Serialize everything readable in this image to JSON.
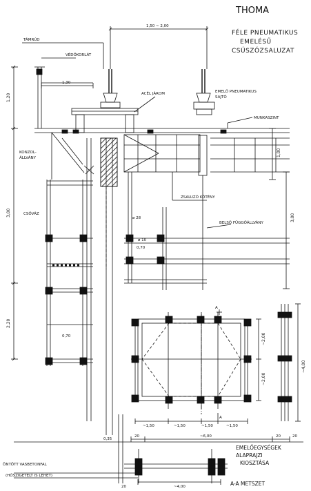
{
  "title": "THOMA",
  "subtitle": [
    "FÉLE PNEUMATIKUS",
    "EMELÉSŰ",
    "CSÚSZÓZSALUZAT"
  ],
  "labels": {
    "tamrud": "TÁMRÚD",
    "vedokorlat": "VÉDŐKORLÁT",
    "acel_jarom": "ACÉL JÁROM",
    "emelo_sajto_1": "EMELŐ PNEUMATIKUS",
    "emelo_sajto_2": "SAJTÓ",
    "munkaszint": "MUNKASZINT",
    "konzol_1": "KONZOL-",
    "konzol_2": "ÁLLVÁNY",
    "csovaz": "CSŐVÁZ",
    "zsaluzo_koteny": "ZSALUZÓ KÖTÉNY",
    "d28": "ø 28",
    "belso_fuggoallvany": "BELSŐ FÜGGŐÁLLVÁNY",
    "d10": "ø 10",
    "ontott_1": "ÖNTÖTT VASBETONFAL",
    "ontott_2": "(HŐSZIGETELT IS LEHET)",
    "section_mark_top": "A",
    "section_mark_bottom": "A",
    "plan_caption": [
      "EMELŐEGYSÉGEK",
      "ALAPRAJZI",
      "KIOSZTÁSA"
    ],
    "section_caption": "A-A METSZET"
  },
  "dimensions": {
    "top_span": "1,50 ~ 2,00",
    "console_width": "1,30",
    "v_120": "1,20",
    "v_100": "1,00",
    "v_300_left": "3,00",
    "v_300_right": "3,00",
    "v_220": "2,20",
    "w_070_a": "0,70",
    "w_070_b": "0,70",
    "plan_v_200_a": "~2,00",
    "plan_v_200_b": "~2,00",
    "plan_v_400": "~4,00",
    "plan_h_150_1": "~1,50",
    "plan_h_150_2": "~1,50",
    "plan_h_150_3": "~1,50",
    "plan_h_150_4": "~1,50",
    "bottom_20_a": "20",
    "bottom_600": "~6,00",
    "bottom_20_b": "20",
    "bottom_20_c": "20",
    "dim_035": "0,35",
    "section_20": "20",
    "section_400": "~4,00"
  }
}
